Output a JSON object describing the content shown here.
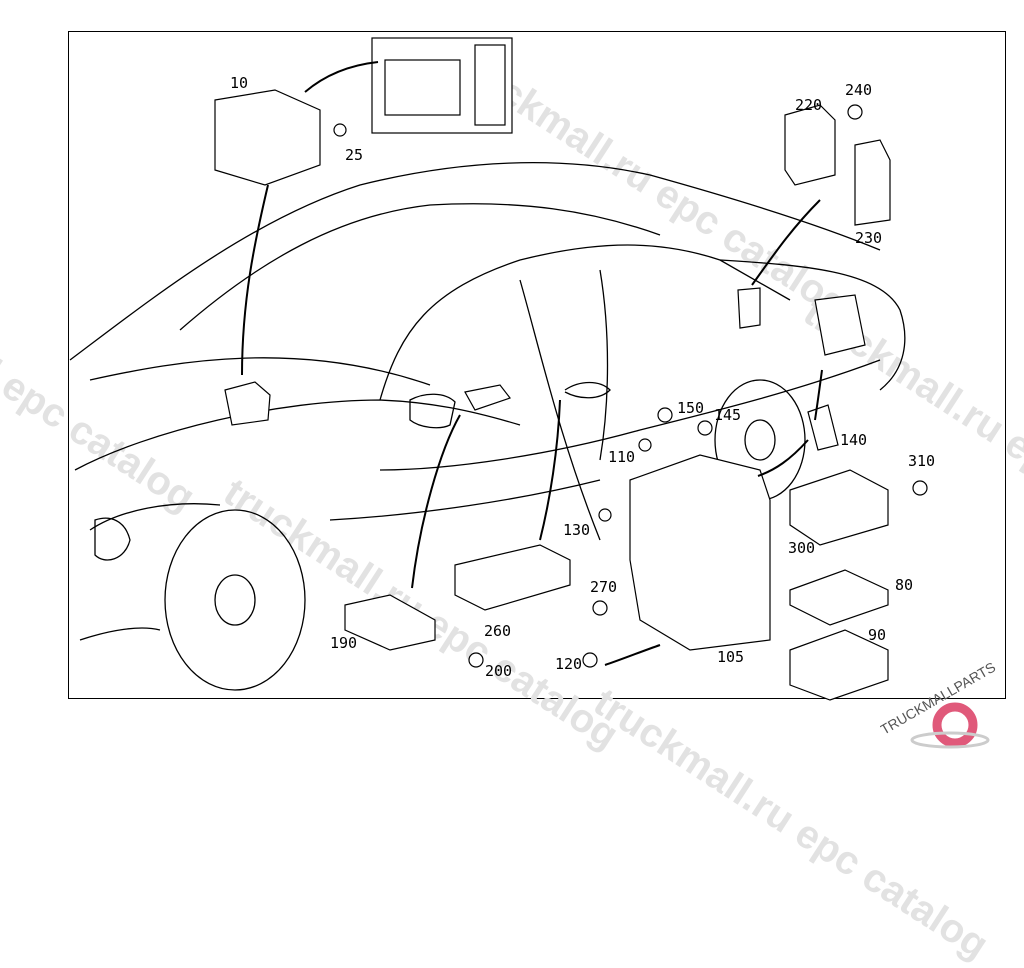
{
  "diagram": {
    "title": "Vehicle electronics parts assembly diagram",
    "part_labels": [
      "10",
      "25",
      "220",
      "240",
      "230",
      "150",
      "145",
      "140",
      "110",
      "310",
      "130",
      "300",
      "270",
      "80",
      "260",
      "190",
      "120",
      "105",
      "90",
      "200"
    ],
    "watermarks": [
      "truckmall.ru epc catalog",
      "ll epc catalog",
      "truckmall.ru epc catalog",
      "truckmall.ru epc catalog",
      "truckmall.ru epc catalog",
      "truckmall.ru epc catalog"
    ],
    "logo_text": "TRUCKMALLPARTS",
    "colors": {
      "line": "#000000",
      "watermark": "#e2e2e2",
      "logo_red": "#e0597a",
      "logo_gray": "#cccccc"
    }
  }
}
